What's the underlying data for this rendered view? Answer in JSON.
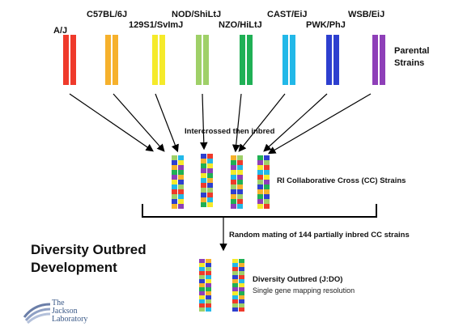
{
  "strains": [
    {
      "label": "A/J",
      "color": "#ef3a2b"
    },
    {
      "label": "C57BL/6J",
      "color": "#f6b12c"
    },
    {
      "label": "129S1/SvImJ",
      "color": "#f5ea2a"
    },
    {
      "label": "NOD/ShiLtJ",
      "color": "#9fd068"
    },
    {
      "label": "NZO/HiLtJ",
      "color": "#1fb055"
    },
    {
      "label": "CAST/EiJ",
      "color": "#22b8e8"
    },
    {
      "label": "PWK/PhJ",
      "color": "#2d3fcf"
    },
    {
      "label": "WSB/EiJ",
      "color": "#8e3fb8"
    }
  ],
  "parental_label": "Parental\nStrains",
  "intercrossed_label": "Intercrossed then inbred",
  "cc_label": "RI Collaborative Cross (CC) Strains",
  "random_mating_label": "Random mating of 144 partially inbred CC strains",
  "headline": "Diversity Outbred\nDevelopment",
  "do_title": "Diversity Outbred (J:DO)",
  "do_subtitle": "Single gene mapping resolution",
  "logo": {
    "line1": "The",
    "line2": "Jackson",
    "line3": "Laboratory"
  }
}
